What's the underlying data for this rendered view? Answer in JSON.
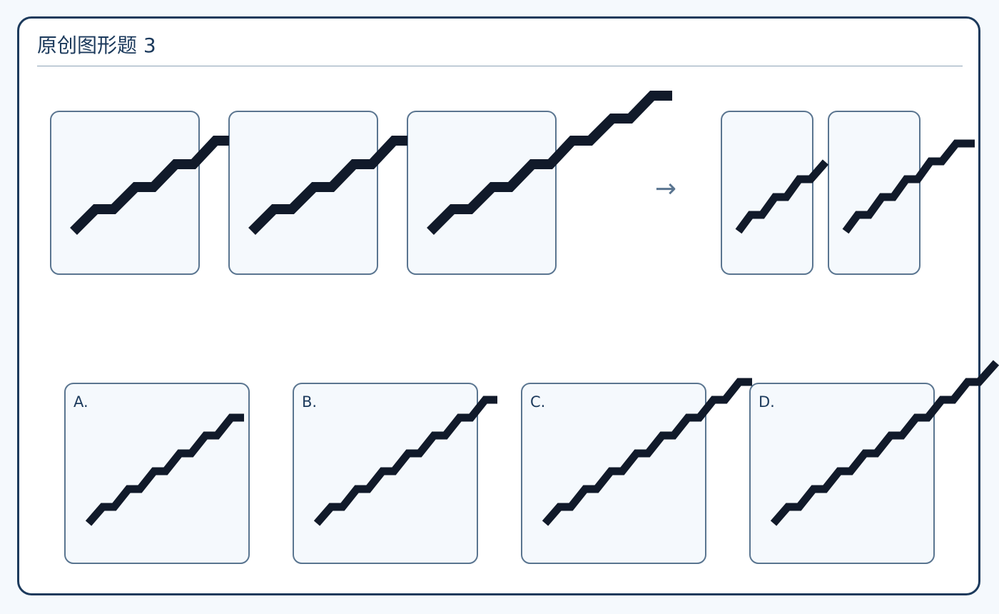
{
  "title": "原创图形题 3",
  "arrow": "→",
  "option_labels": [
    "A.",
    "B.",
    "C.",
    "D."
  ],
  "colors": {
    "frame": "#1c3a5c",
    "panel_border": "#5a7590",
    "panel_fill": "#f5f9fd",
    "stroke": "#111a2a",
    "arrow": "#5a7590"
  },
  "icons": [
    "right-arrow-icon"
  ]
}
